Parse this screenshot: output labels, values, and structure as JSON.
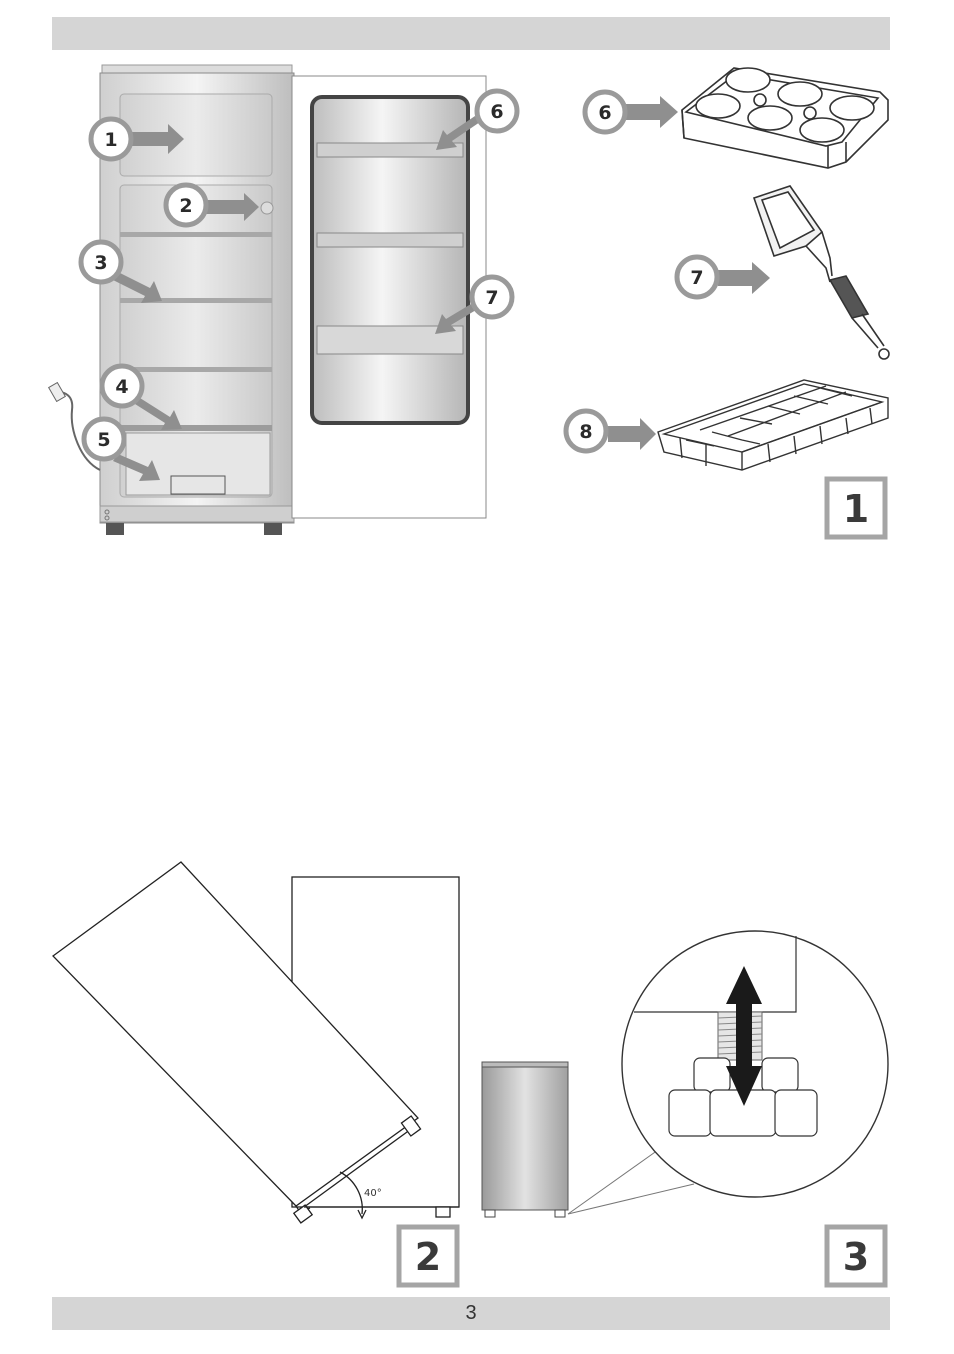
{
  "page": {
    "number": "3"
  },
  "figures": [
    {
      "label": "1"
    },
    {
      "label": "2"
    },
    {
      "label": "3"
    }
  ],
  "callouts": [
    "1",
    "2",
    "3",
    "4",
    "5",
    "6",
    "7",
    "8",
    "6",
    "7",
    "8"
  ],
  "angle": {
    "label": "40°"
  },
  "colors": {
    "header_bar": "#d5d5d5",
    "callout_ring": "#9a9a9a",
    "arrow": "#8f8f8f",
    "shelf": "#c9c9c9"
  }
}
